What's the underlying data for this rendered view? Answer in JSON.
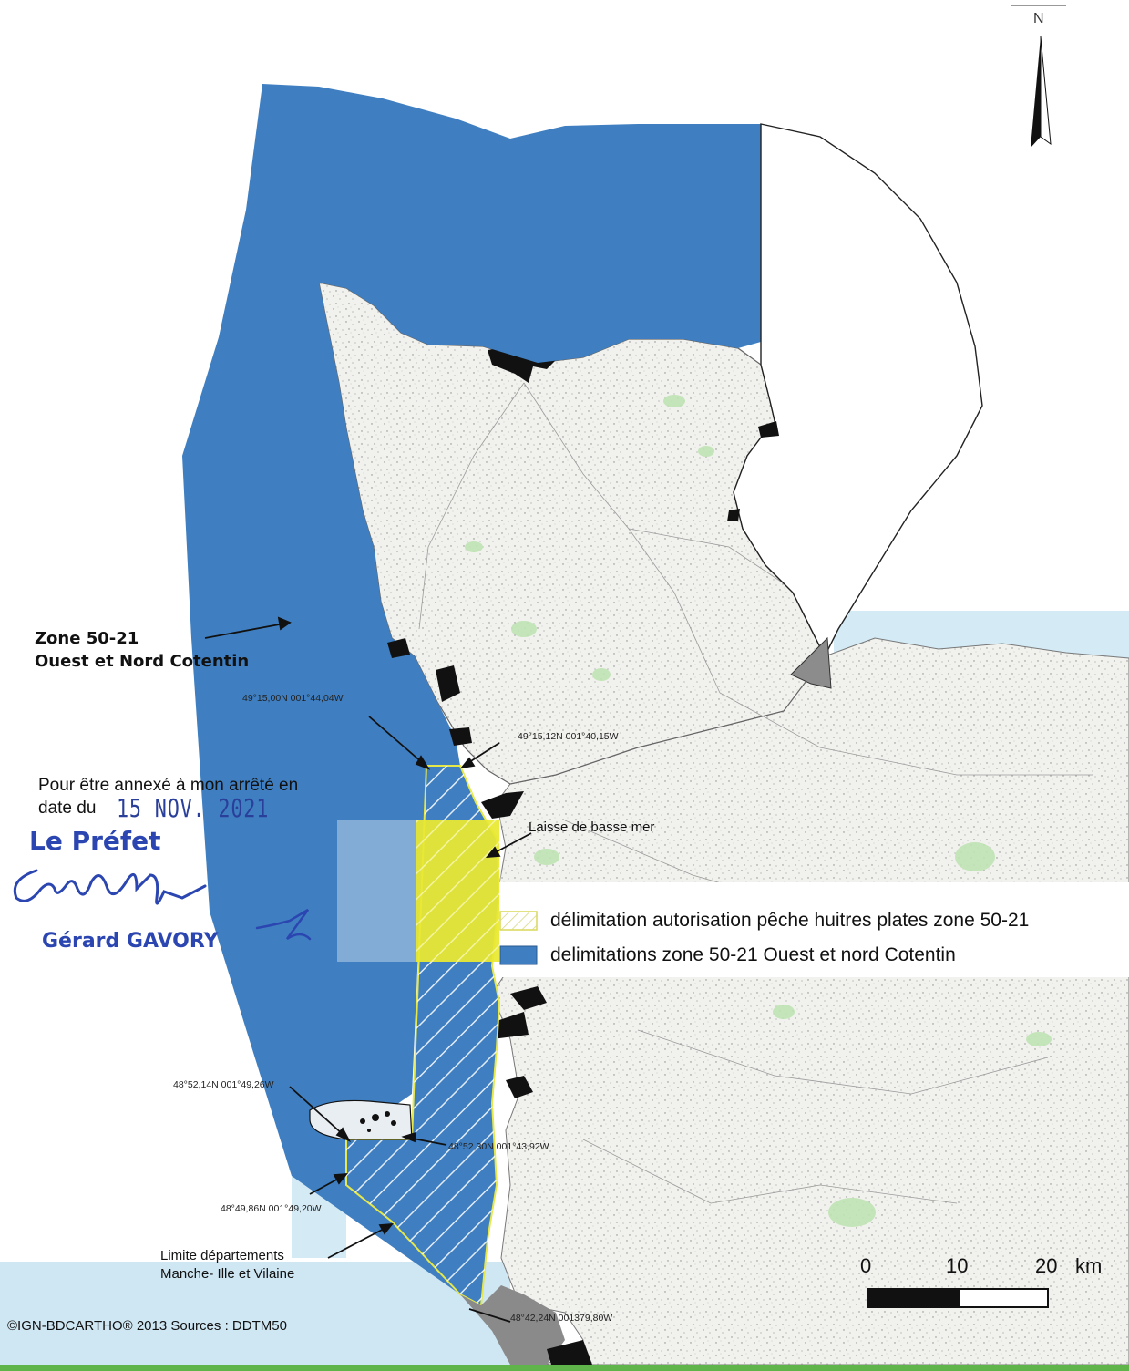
{
  "north_label": "N",
  "zone": {
    "line1": "Zone 50-21",
    "line2": "Ouest et Nord Cotentin"
  },
  "coordinates": {
    "c1": "49°15,00N 001°44,04W",
    "c2": "49°15,12N 001°40,15W",
    "c3": "48°52,14N 001°49,26W",
    "c4": "48°52,30N 001°43,92W",
    "c5": "48°49,86N 001°49,20W",
    "c6": "48°42,24N 001379,80W"
  },
  "laisse": "Laisse de basse mer",
  "annex": {
    "line1": "Pour être annexé à mon arrêté en",
    "line2": "date du"
  },
  "stamp": {
    "date": "15 NOV. 2021",
    "title": "Le Préfet",
    "name": "Gérard GAVORY"
  },
  "limite": {
    "line1": "Limite départements",
    "line2": "Manche- Ille et Vilaine"
  },
  "legend": {
    "item1": "délimitation autorisation pêche huitres plates zone 50-21",
    "item2": "delimitations zone 50-21 Ouest et nord Cotentin"
  },
  "scale": {
    "t0": "0",
    "t1": "10",
    "t2": "20",
    "unit": "km"
  },
  "copyright": "©IGN-BDCARTHO® 2013 Sources : DDTM50",
  "colors": {
    "zone_blue": "#3f7fc1",
    "oyster_yellow": "#e8e82a",
    "land": "#f2f2f2",
    "sea_light": "#cfe6f3",
    "stamp_blue": "#2b46b0"
  }
}
